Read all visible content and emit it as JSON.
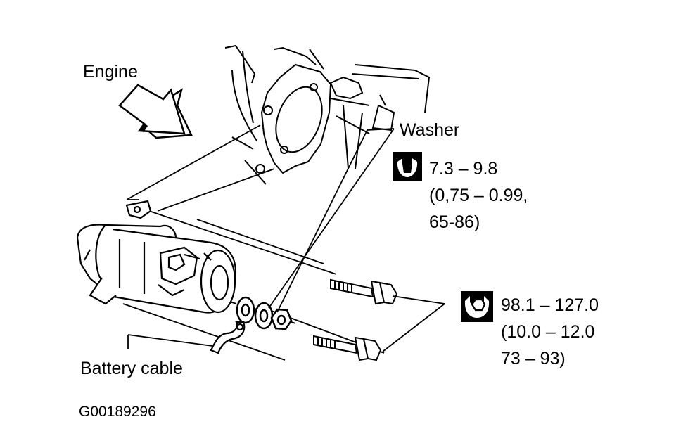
{
  "labels": {
    "engine": "Engine",
    "washer": "Washer",
    "battery_cable": "Battery cable",
    "figure_id": "G00189296"
  },
  "torque_nut": {
    "line1": "7.3 – 9.8",
    "line2": "(0,75 – 0.99,",
    "line3": "65-86)"
  },
  "torque_bolts": {
    "line1": "98.1 – 127.0",
    "line2": "(10.0 – 12.0",
    "line3": "73 – 93)"
  },
  "icons": {
    "nut_torque": "torque-wrench-filled-nut-icon",
    "bolt_torque": "torque-wrench-hollow-nut-icon"
  }
}
